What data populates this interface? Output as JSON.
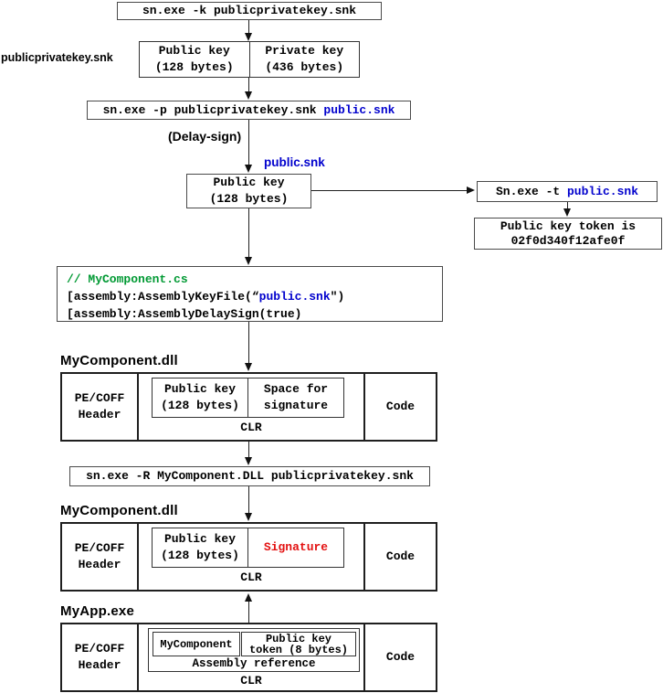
{
  "colors": {
    "highlight_blue": "#0000cd",
    "comment_green": "#009933",
    "signature_red": "#e31111"
  },
  "nodes": {
    "cmd_generate": "sn.exe -k publicprivatekey.snk",
    "file_label": "publicprivatekey.snk",
    "keypair": {
      "public_l1": "Public key",
      "public_l2": "(128 bytes)",
      "private_l1": "Private key",
      "private_l2": "(436 bytes)"
    },
    "cmd_extract": {
      "prefix": "sn.exe -p publicprivatekey.snk ",
      "file": "public.snk"
    },
    "delay_sign_label": "(Delay-sign)",
    "public_snk_label": "public.snk",
    "pubkey": {
      "l1": "Public key",
      "l2": "(128 bytes)"
    },
    "cmd_token": {
      "prefix": "Sn.exe -t ",
      "file": "public.snk"
    },
    "token": {
      "l1": "Public key token is",
      "l2": "02f0d340f12afe0f"
    },
    "code": {
      "comment": "// MyComponent.cs",
      "attr1_pre": "[assembly:AssemblyKeyFile(“",
      "attr1_file": "public.snk",
      "attr1_post": "\")",
      "attr2": "[assembly:AssemblyDelaySign(true)"
    },
    "cmd_resign": "sn.exe -R MyComponent.DLL publicprivatekey.snk",
    "dll1": {
      "label": "MyComponent.dll",
      "pe_l1": "PE/COFF",
      "pe_l2": "Header",
      "key_l1": "Public key",
      "key_l2": "(128 bytes)",
      "sig_l1": "Space for",
      "sig_l2": "signature",
      "clr": "CLR",
      "code": "Code"
    },
    "dll2": {
      "label": "MyComponent.dll",
      "pe_l1": "PE/COFF",
      "pe_l2": "Header",
      "key_l1": "Public key",
      "key_l2": "(128 bytes)",
      "sig": "Signature",
      "clr": "CLR",
      "code": "Code"
    },
    "myapp": {
      "label": "MyApp.exe",
      "pe_l1": "PE/COFF",
      "pe_l2": "Header",
      "component": "MyComponent",
      "token_l1": "Public key",
      "token_l2": "token (8 bytes)",
      "asmref": "Assembly reference",
      "clr": "CLR",
      "code": "Code"
    }
  }
}
